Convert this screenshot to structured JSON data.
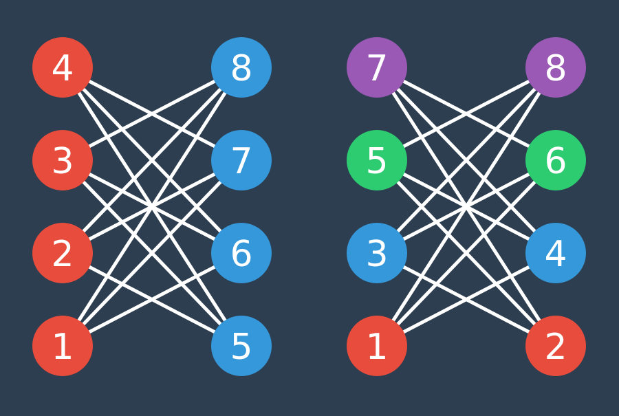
{
  "colors": {
    "background": "#2d3e50",
    "edge": "#ffffff",
    "red": "#e74c3c",
    "blue": "#3498db",
    "purple": "#9b59b6",
    "green": "#2ecc71"
  },
  "graphs": [
    {
      "id": "left-graph",
      "nodes": [
        {
          "id": "L4",
          "label": "4",
          "color": "red",
          "side": "left",
          "row": 0
        },
        {
          "id": "L3",
          "label": "3",
          "color": "red",
          "side": "left",
          "row": 1
        },
        {
          "id": "L2",
          "label": "2",
          "color": "red",
          "side": "left",
          "row": 2
        },
        {
          "id": "L1",
          "label": "1",
          "color": "red",
          "side": "left",
          "row": 3
        },
        {
          "id": "L8",
          "label": "8",
          "color": "blue",
          "side": "right",
          "row": 0
        },
        {
          "id": "L7",
          "label": "7",
          "color": "blue",
          "side": "right",
          "row": 1
        },
        {
          "id": "L6",
          "label": "6",
          "color": "blue",
          "side": "right",
          "row": 2
        },
        {
          "id": "L5",
          "label": "5",
          "color": "blue",
          "side": "right",
          "row": 3
        }
      ],
      "edges": [
        [
          "L4",
          "L7"
        ],
        [
          "L4",
          "L6"
        ],
        [
          "L4",
          "L5"
        ],
        [
          "L3",
          "L8"
        ],
        [
          "L3",
          "L6"
        ],
        [
          "L3",
          "L5"
        ],
        [
          "L2",
          "L8"
        ],
        [
          "L2",
          "L7"
        ],
        [
          "L2",
          "L5"
        ],
        [
          "L1",
          "L8"
        ],
        [
          "L1",
          "L7"
        ],
        [
          "L1",
          "L6"
        ]
      ]
    },
    {
      "id": "right-graph",
      "nodes": [
        {
          "id": "R7",
          "label": "7",
          "color": "purple",
          "side": "left",
          "row": 0
        },
        {
          "id": "R5",
          "label": "5",
          "color": "green",
          "side": "left",
          "row": 1
        },
        {
          "id": "R3",
          "label": "3",
          "color": "blue",
          "side": "left",
          "row": 2
        },
        {
          "id": "R1",
          "label": "1",
          "color": "red",
          "side": "left",
          "row": 3
        },
        {
          "id": "R8",
          "label": "8",
          "color": "purple",
          "side": "right",
          "row": 0
        },
        {
          "id": "R6",
          "label": "6",
          "color": "green",
          "side": "right",
          "row": 1
        },
        {
          "id": "R4",
          "label": "4",
          "color": "blue",
          "side": "right",
          "row": 2
        },
        {
          "id": "R2",
          "label": "2",
          "color": "red",
          "side": "right",
          "row": 3
        }
      ],
      "edges": [
        [
          "R7",
          "R6"
        ],
        [
          "R7",
          "R4"
        ],
        [
          "R7",
          "R2"
        ],
        [
          "R5",
          "R8"
        ],
        [
          "R5",
          "R4"
        ],
        [
          "R5",
          "R2"
        ],
        [
          "R3",
          "R8"
        ],
        [
          "R3",
          "R6"
        ],
        [
          "R3",
          "R2"
        ],
        [
          "R1",
          "R8"
        ],
        [
          "R1",
          "R6"
        ],
        [
          "R1",
          "R4"
        ]
      ]
    }
  ]
}
